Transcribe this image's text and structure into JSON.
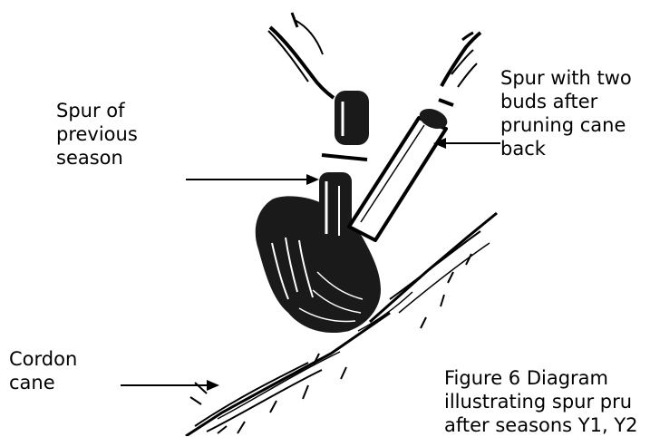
{
  "labels": {
    "previous_spur": [
      "Spur of",
      "previous",
      "season"
    ],
    "new_spur": [
      "Spur with two",
      "buds after",
      "pruning cane",
      "back"
    ],
    "cordon": [
      "Cordon",
      "cane"
    ]
  },
  "caption": [
    "Figure 6 Diagram",
    "illustrating spur pru",
    "after seasons Y1, Y2"
  ]
}
